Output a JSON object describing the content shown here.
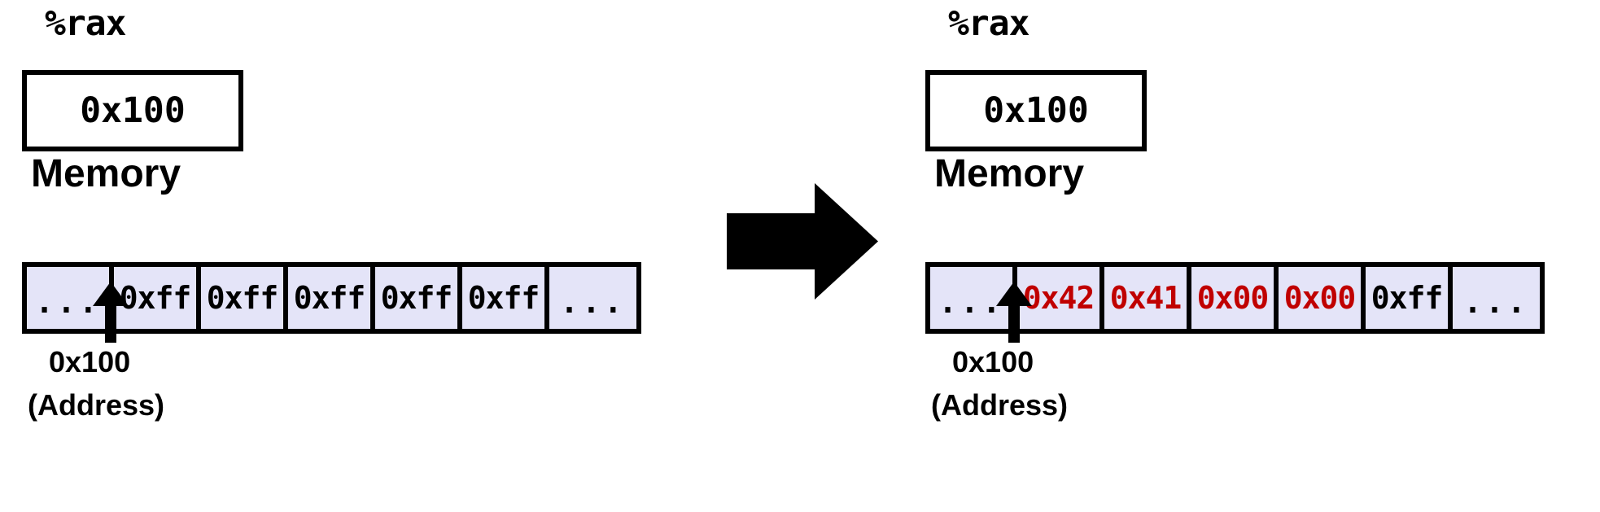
{
  "diagram": {
    "title": "x86-64 store to memory: before and after",
    "colors": {
      "cell_background": "#e4e4f8",
      "border": "#000000",
      "modified_value": "#c00000",
      "normal_value": "#000000",
      "page_background": "#ffffff"
    },
    "transform_arrow_icon": "right-arrow-icon"
  },
  "panels": [
    {
      "id": "before",
      "register": {
        "name": "%rax",
        "value": "0x100"
      },
      "memory": {
        "label": "Memory",
        "cells": [
          {
            "text": "...",
            "modified": false
          },
          {
            "text": "0xff",
            "modified": false
          },
          {
            "text": "0xff",
            "modified": false
          },
          {
            "text": "0xff",
            "modified": false
          },
          {
            "text": "0xff",
            "modified": false
          },
          {
            "text": "0xff",
            "modified": false
          },
          {
            "text": "...",
            "modified": false
          }
        ]
      },
      "pointer": {
        "icon": "up-arrow-icon",
        "address": "0x100",
        "caption": "(Address)"
      }
    },
    {
      "id": "after",
      "register": {
        "name": "%rax",
        "value": "0x100"
      },
      "memory": {
        "label": "Memory",
        "cells": [
          {
            "text": "...",
            "modified": false
          },
          {
            "text": "0x42",
            "modified": true
          },
          {
            "text": "0x41",
            "modified": true
          },
          {
            "text": "0x00",
            "modified": true
          },
          {
            "text": "0x00",
            "modified": true
          },
          {
            "text": "0xff",
            "modified": false
          },
          {
            "text": "...",
            "modified": false
          }
        ]
      },
      "pointer": {
        "icon": "up-arrow-icon",
        "address": "0x100",
        "caption": "(Address)"
      }
    }
  ]
}
